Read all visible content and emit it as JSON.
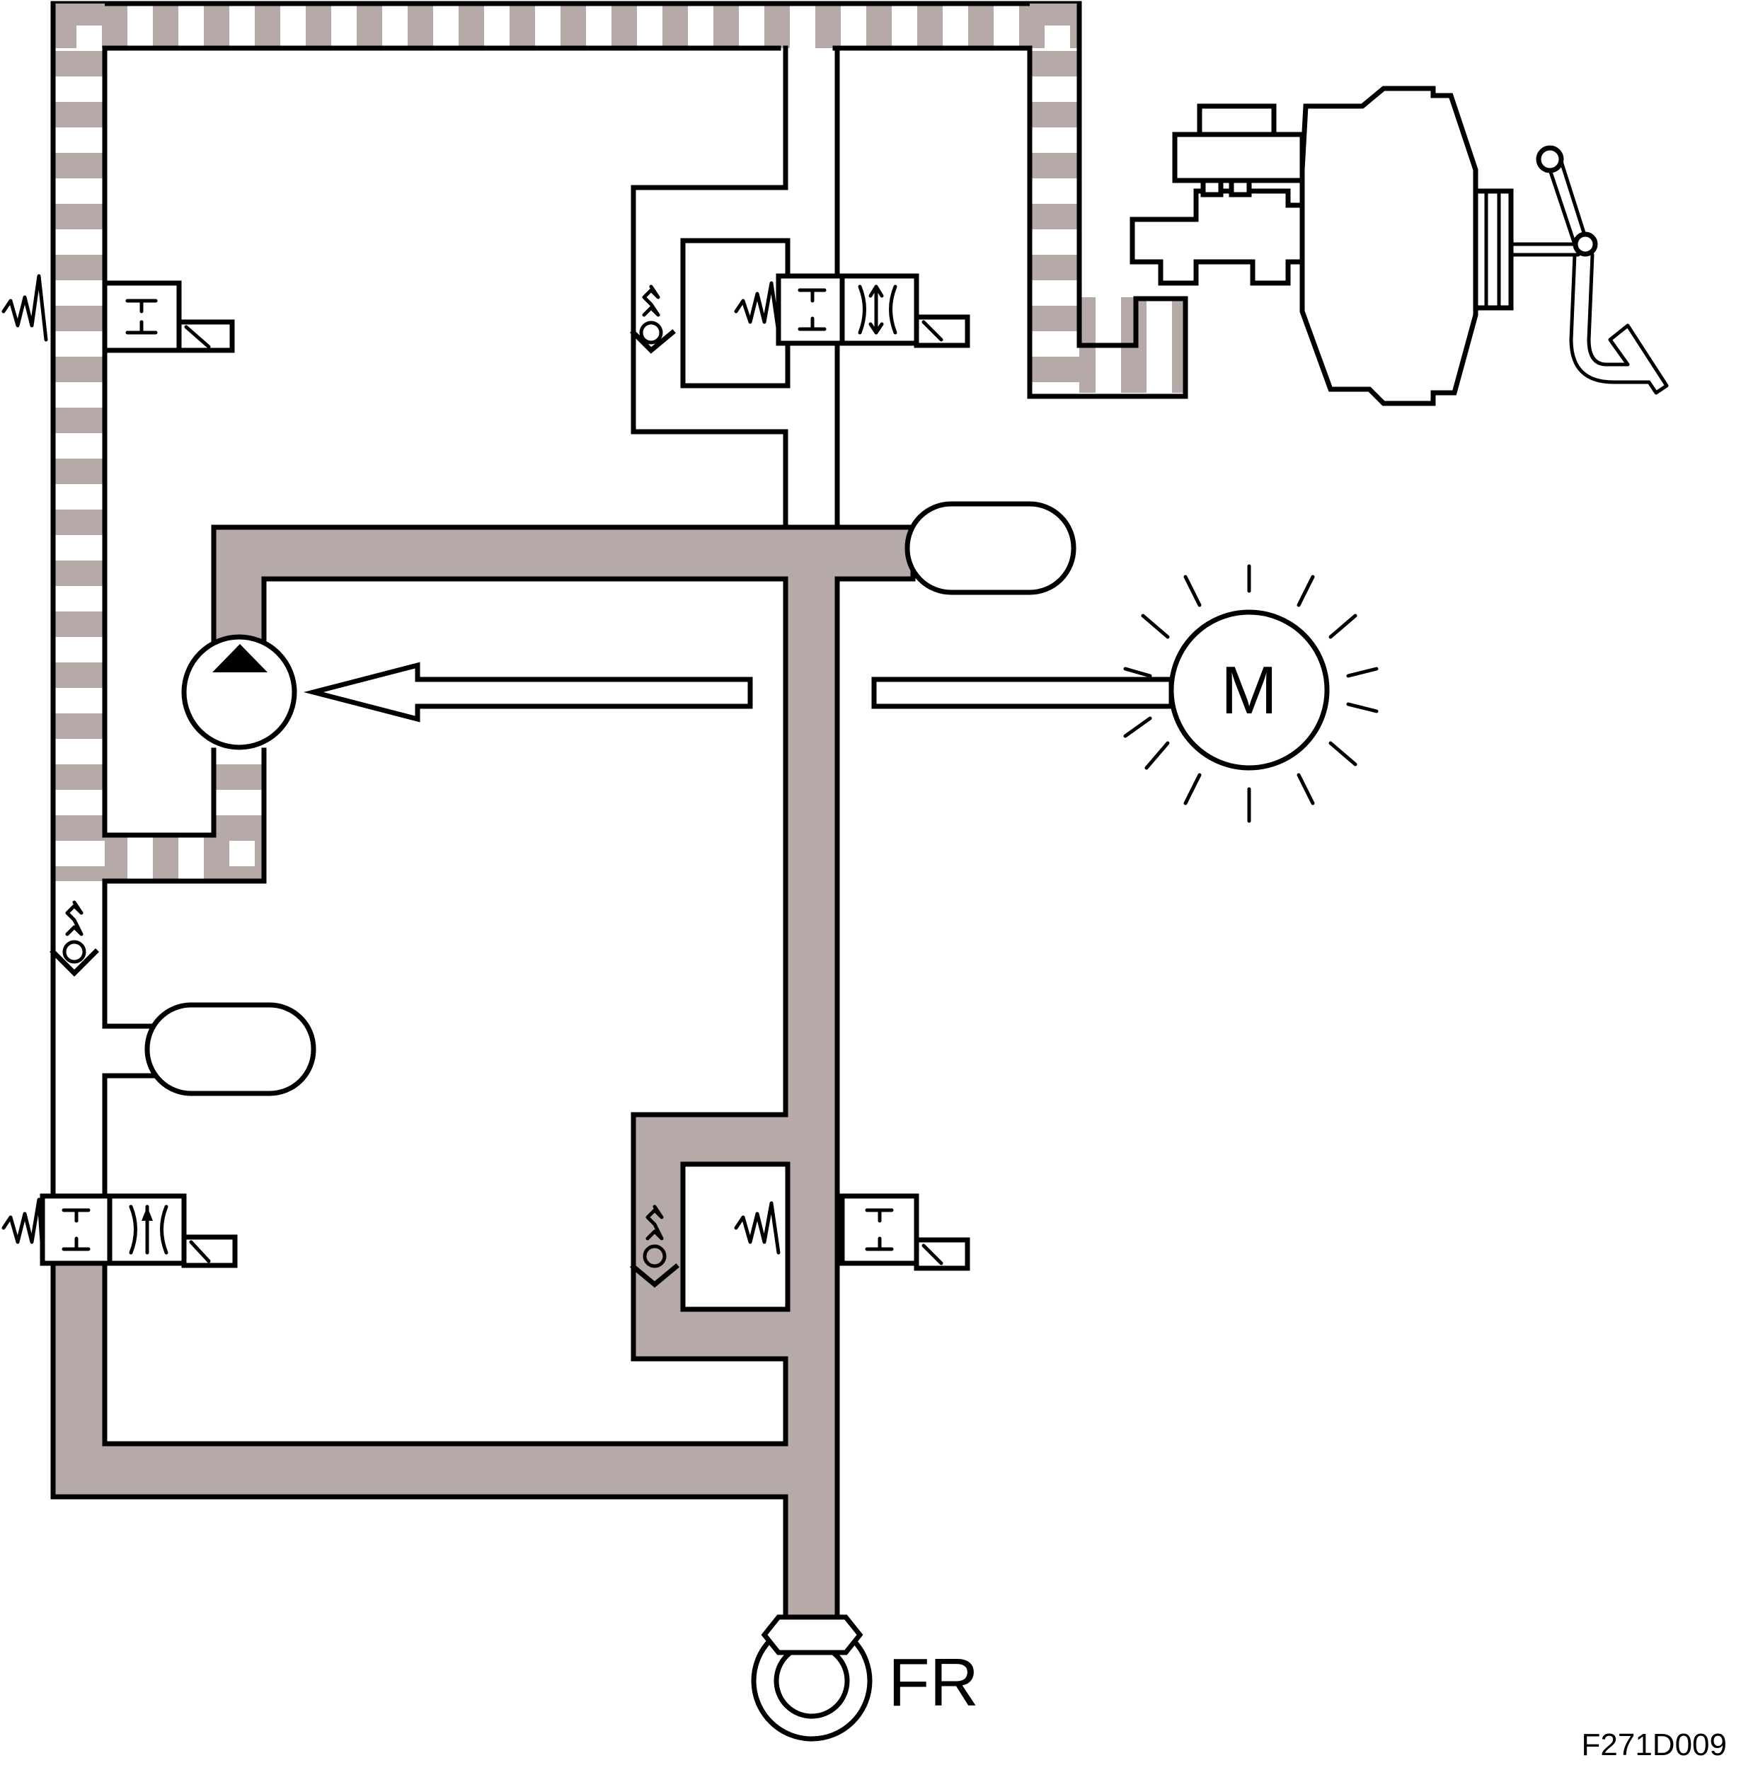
{
  "labels": {
    "motor": "M",
    "wheel": "FR",
    "figure_code": "F271D009"
  },
  "colors": {
    "line": "#000000",
    "pressurized_fluid": "#b5aaa8",
    "background": "#ffffff"
  }
}
